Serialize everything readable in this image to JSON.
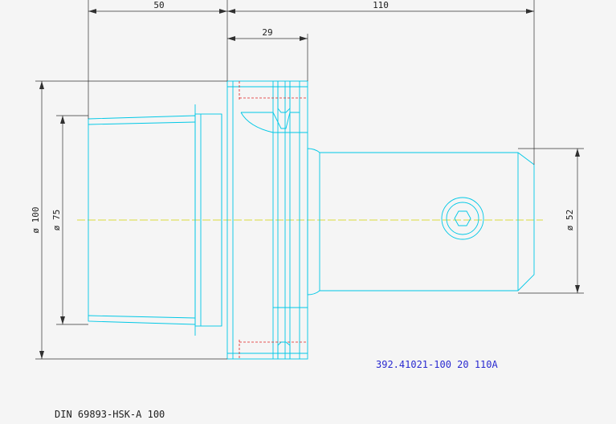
{
  "drawing": {
    "part_number": "392.41021-100 20 110A",
    "standard": "DIN 69893-HSK-A 100",
    "dimensions": {
      "flange_to_taper_length": "50",
      "overall_shank_length": "110",
      "flange_width": "29",
      "diameter_100": "ø 100",
      "diameter_75": "ø 75",
      "diameter_52": "ø 52"
    },
    "colors": {
      "outline": "#00c8e6",
      "dimension": "#303030",
      "hidden": "#e02020",
      "centerline": "#d4d400",
      "label": "#2a2ad0"
    }
  }
}
